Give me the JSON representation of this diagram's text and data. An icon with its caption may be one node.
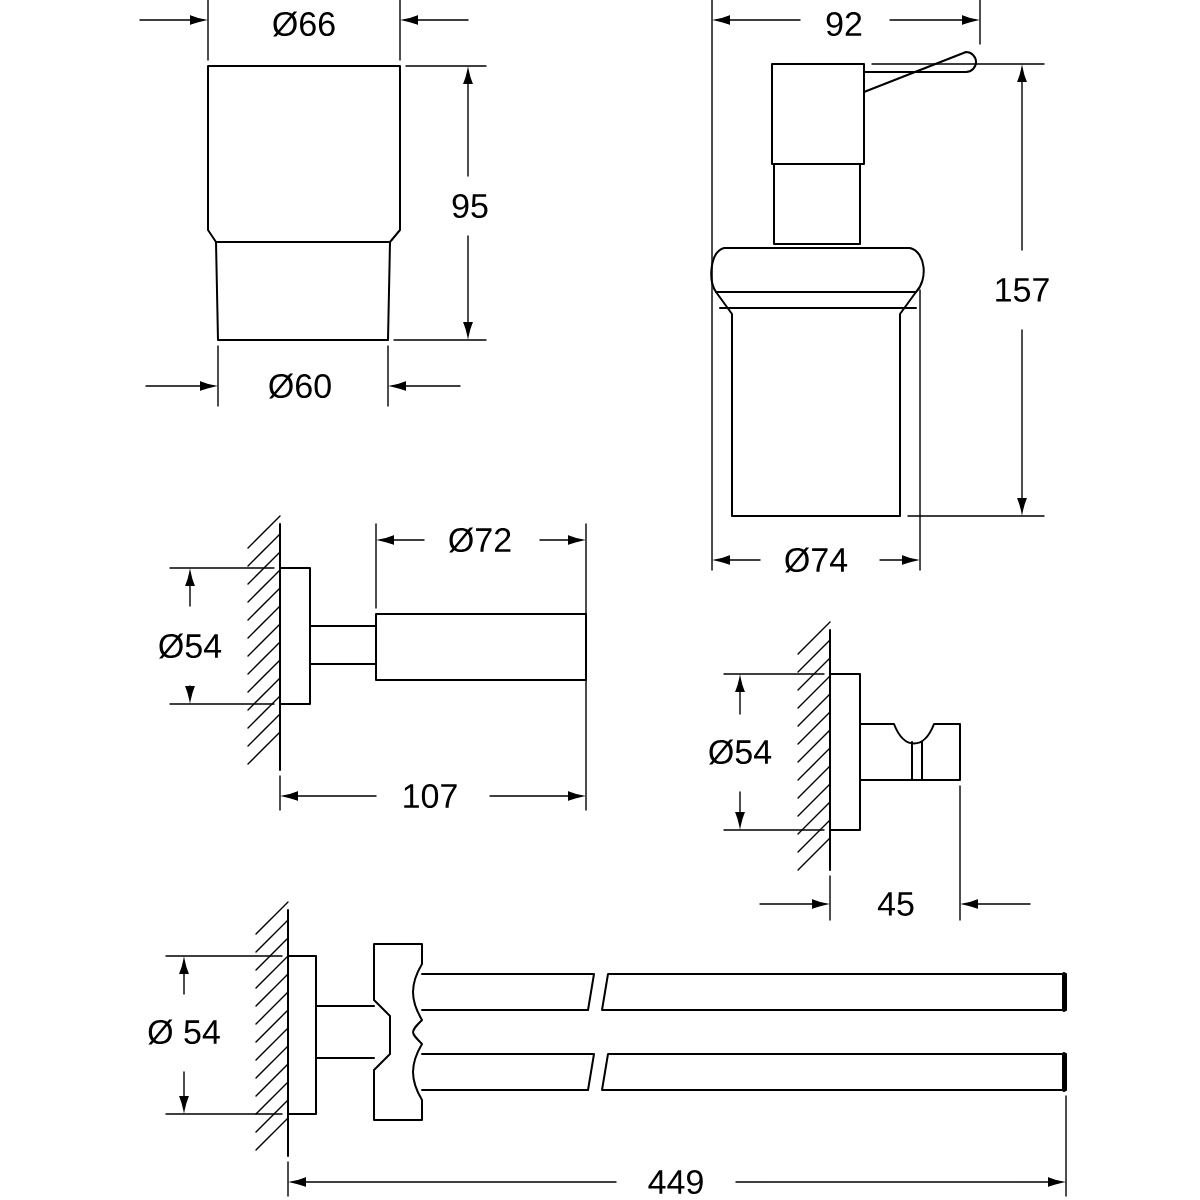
{
  "diagram": {
    "labels": [
      "Ø66",
      "95",
      "Ø60",
      "92",
      "157",
      "Ø74",
      "Ø72",
      "Ø54",
      "107",
      "Ø54",
      "45",
      "Ø 54",
      "449"
    ]
  }
}
